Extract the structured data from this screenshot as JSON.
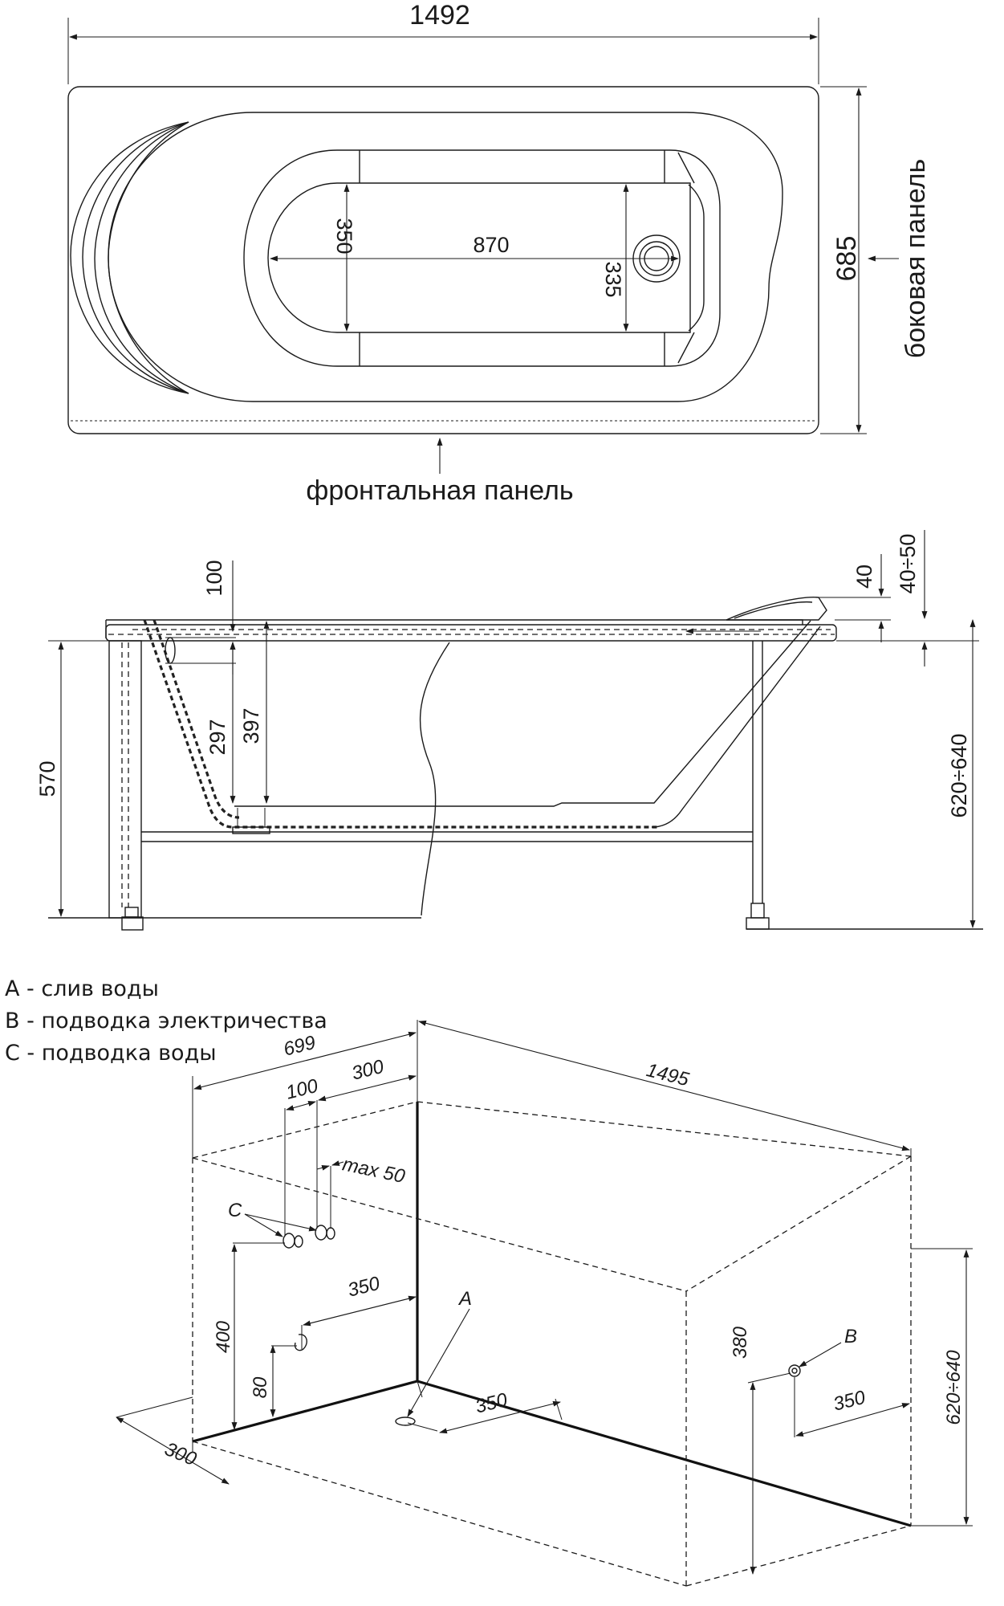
{
  "top_view": {
    "length": "1492",
    "width": "685",
    "inner_length": "870",
    "inner_width_left": "350",
    "inner_width_right": "335",
    "side_panel_label": "боковая панель",
    "front_panel_label": "фронтальная панель"
  },
  "side_view": {
    "label_100": "100",
    "label_297": "297",
    "label_397": "397",
    "label_570": "570",
    "label_40": "40",
    "label_40_50": "40÷50",
    "label_620_640": "620÷640"
  },
  "legend": {
    "a": "A - слив воды",
    "b": "B - подводка электричества",
    "c": "C - подводка воды"
  },
  "iso_view": {
    "width": "699",
    "length": "1495",
    "d100": "100",
    "d300_top": "300",
    "max50": "max 50",
    "c_label": "C",
    "a_label": "A",
    "b_label": "B",
    "d350_a": "350",
    "d400": "400",
    "d80": "80",
    "d300_bottom": "300",
    "d350_bottom": "350",
    "d380": "380",
    "d350_right": "350",
    "d620_640": "620÷640"
  }
}
